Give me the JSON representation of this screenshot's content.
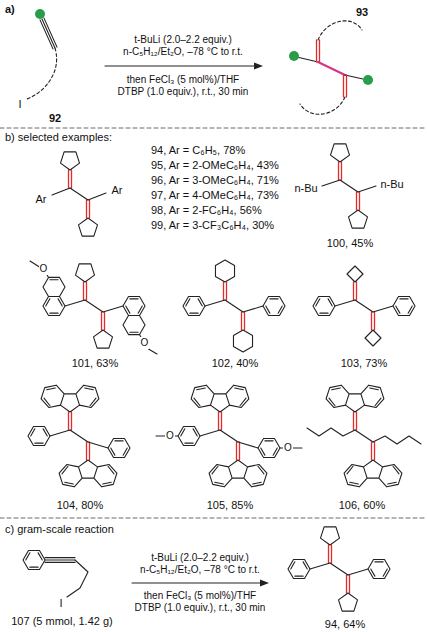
{
  "diagram": {
    "labels": [
      "a)",
      "92",
      "I",
      "t-BuLi (2.0–2.2 equiv.)",
      "n-C₅H₁₂/Et₂O, –78 °C to r.t.",
      "then FeCl₃ (5 mol%)/THF",
      "DTBP (1.0 equiv.), r.t., 30 min",
      "93",
      "b) selected examples:",
      "Ar",
      "Ar",
      "94, Ar = C₆H₅, 78%",
      "95, Ar = 2-OMeC₆H₄, 43%",
      "96, Ar = 3-OMeC₆H₄, 71%",
      "97, Ar = 4-OMeC₆H₄, 73%",
      "98, Ar = 2-FC₆H₄, 56%",
      "99, Ar = 3-CF₃C₆H₄, 30%",
      "n-Bu",
      "n-Bu",
      "100, 45%",
      "O",
      "O",
      "101, 63%",
      "102, 40%",
      "103, 73%",
      "O",
      "O",
      "104, 80%",
      "105, 85%",
      "106, 60%",
      "c) gram-scale reaction",
      "I",
      "107 (5 mmol, 1.42 g)",
      "t-BuLi (2.0–2.2 equiv.)",
      "n-C₅H₁₂/Et₂O, –78 °C to r.t.",
      "then FeCl₃ (5 mol%)/THF",
      "DTBP (1.0 equiv.), r.t., 30 min",
      "94, 64%"
    ]
  }
}
